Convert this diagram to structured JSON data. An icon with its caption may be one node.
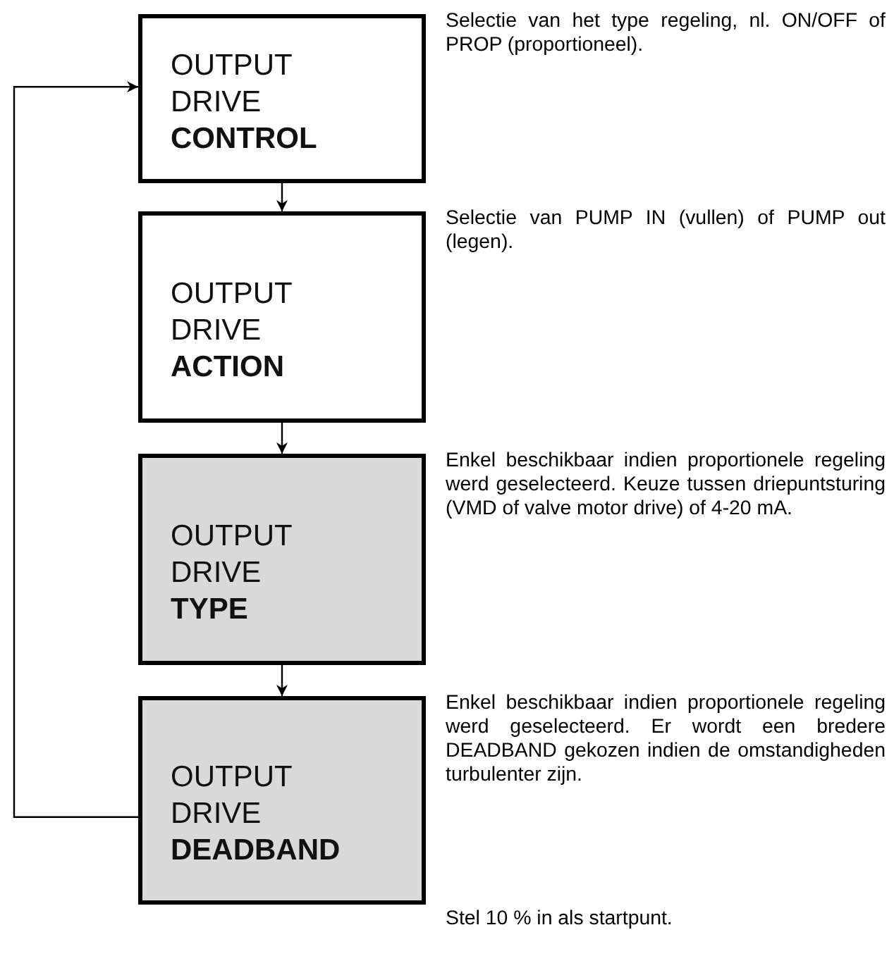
{
  "diagram": {
    "nodes": [
      {
        "text": [
          "OUTPUT DRIVE",
          "CONTROL"
        ],
        "beside": [
          "Selectie van het type regeling, nl. ON/OFF of PROP (proportioneel)."
        ]
      },
      {
        "text": [
          "OUTPUT DRIVE",
          "ACTION"
        ],
        "beside": [
          "Selectie van PUMP IN (vullen) of PUMP out (legen)."
        ]
      },
      {
        "text": [
          "OUTPUT DRIVE",
          "TYPE"
        ],
        "beside": [
          "Enkel beschikbaar indien proportionele regeling werd geselecteerd. Keuze tussen driepuntsturing (VMD of valve motor drive) of 4-20 mA."
        ]
      },
      {
        "text": [
          "OUTPUT DRIVE",
          "DEADBAND"
        ],
        "beside": [
          "Enkel beschikbaar indien proportionele regeling werd geselecteerd. Er wordt een bredere DEADBAND gekozen indien de omstandigheden turbulenter zijn.",
          "Stel 10 % in als startpunt."
        ]
      }
    ],
    "edges": [
      {
        "from": 0,
        "to": 1,
        "arrow": "to"
      },
      {
        "from": 1,
        "to": 2,
        "arrow": "to"
      },
      {
        "from": 2,
        "to": 3,
        "arrow": "to"
      },
      {
        "from": 3,
        "to": 0,
        "arrow": "to"
      }
    ]
  }
}
